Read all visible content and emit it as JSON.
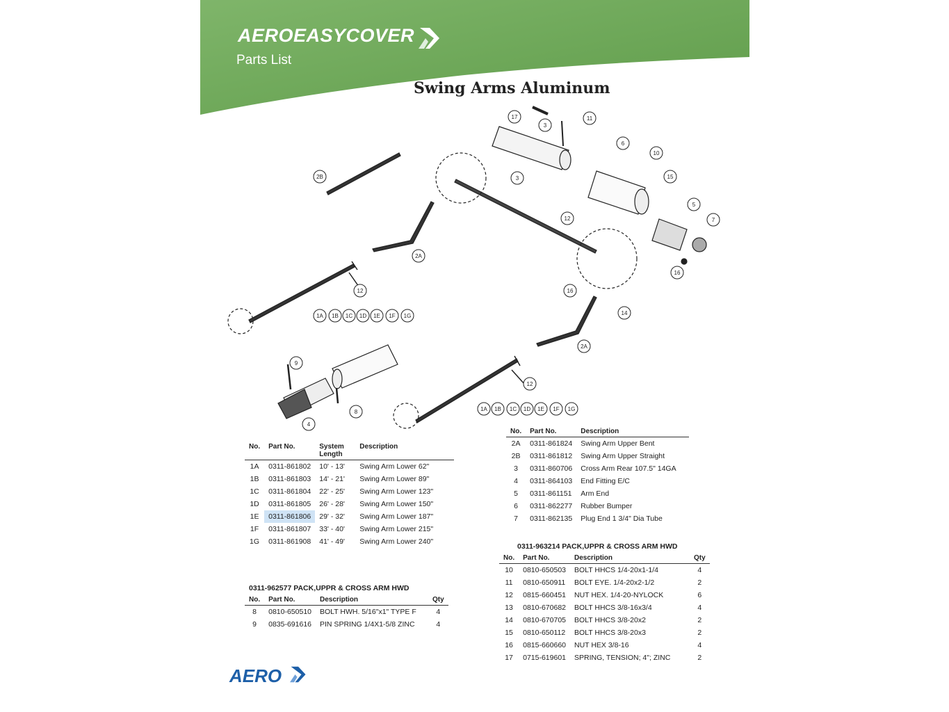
{
  "header": {
    "brand": "AEROEASYCOVER",
    "subtitle": "Parts List",
    "green_color": "#6aa84f",
    "brand_arrow_icon": "chevron-arrow-icon"
  },
  "title": "Swing Arms Aluminum",
  "diagram": {
    "callouts": [
      "17",
      "3",
      "11",
      "6",
      "10",
      "15",
      "5",
      "7",
      "12",
      "16",
      "2B",
      "3",
      "2A",
      "1A",
      "1B",
      "1C",
      "1D",
      "1E",
      "1F",
      "1G",
      "12",
      "14",
      "16",
      "2A",
      "12",
      "9",
      "4",
      "8",
      "1A",
      "1B",
      "1C",
      "1D",
      "1E",
      "1F",
      "1G",
      "12",
      "12"
    ]
  },
  "table_lower": {
    "headers": [
      "No.",
      "Part No.",
      "System Length",
      "Description"
    ],
    "rows": [
      [
        "1A",
        "0311-861802",
        "10' - 13'",
        "Swing Arm Lower 62\""
      ],
      [
        "1B",
        "0311-861803",
        "14' - 21'",
        "Swing Arm Lower 89\""
      ],
      [
        "1C",
        "0311-861804",
        "22' - 25'",
        "Swing Arm Lower 123\""
      ],
      [
        "1D",
        "0311-861805",
        "26' - 28'",
        "Swing Arm Lower 150\""
      ],
      [
        "1E",
        "0311-861806",
        "29' - 32'",
        "Swing Arm Lower 187\""
      ],
      [
        "1F",
        "0311-861807",
        "33' - 40'",
        "Swing Arm Lower 215\""
      ],
      [
        "1G",
        "0311-861908",
        "41' - 49'",
        "Swing Arm Lower 240\""
      ]
    ]
  },
  "table_pack1": {
    "title": "0311-962577     PACK,UPPR  & CROSS ARM HWD",
    "headers": [
      "No.",
      "Part No.",
      "Description",
      "Qty"
    ],
    "rows": [
      [
        "8",
        "0810-650510",
        "BOLT HWH. 5/16\"x1\" TYPE F",
        "4"
      ],
      [
        "9",
        "0835-691616",
        "PIN SPRING 1/4X1-5/8 ZINC",
        "4"
      ]
    ]
  },
  "table_upper": {
    "headers": [
      "No.",
      "Part No.",
      "Description"
    ],
    "rows": [
      [
        "2A",
        "0311-861824",
        "Swing Arm Upper Bent"
      ],
      [
        "2B",
        "0311-861812",
        "Swing Arm Upper Straight"
      ],
      [
        "3",
        "0311-860706",
        "Cross Arm Rear 107.5\" 14GA"
      ],
      [
        "4",
        "0311-864103",
        "End Fitting E/C"
      ],
      [
        "5",
        "0311-861151",
        "Arm End"
      ],
      [
        "6",
        "0311-862277",
        "Rubber Bumper"
      ],
      [
        "7",
        "0311-862135",
        "Plug End 1 3/4\" Dia Tube"
      ]
    ]
  },
  "table_pack2": {
    "title": "0311-963214     PACK,UPPR  & CROSS ARM HWD",
    "headers": [
      "No.",
      "Part No.",
      "Description",
      "Qty"
    ],
    "rows": [
      [
        "10",
        "0810-650503",
        "BOLT HHCS 1/4-20x1-1/4",
        "4"
      ],
      [
        "11",
        "0810-650911",
        "BOLT EYE. 1/4-20x2-1/2",
        "2"
      ],
      [
        "12",
        "0815-660451",
        "NUT HEX. 1/4-20-NYLOCK",
        "6"
      ],
      [
        "13",
        "0810-670682",
        "BOLT HHCS 3/8-16x3/4",
        "4"
      ],
      [
        "14",
        "0810-670705",
        "BOLT HHCS 3/8-20x2",
        "2"
      ],
      [
        "15",
        "0810-650112",
        "BOLT HHCS 3/8-20x3",
        "2"
      ],
      [
        "16",
        "0815-660660",
        "NUT HEX 3/8-16",
        "4"
      ],
      [
        "17",
        "0715-619601",
        "SPRING, TENSION; 4\";  ZINC",
        "2"
      ]
    ]
  },
  "footer": {
    "logo": "AERO"
  }
}
